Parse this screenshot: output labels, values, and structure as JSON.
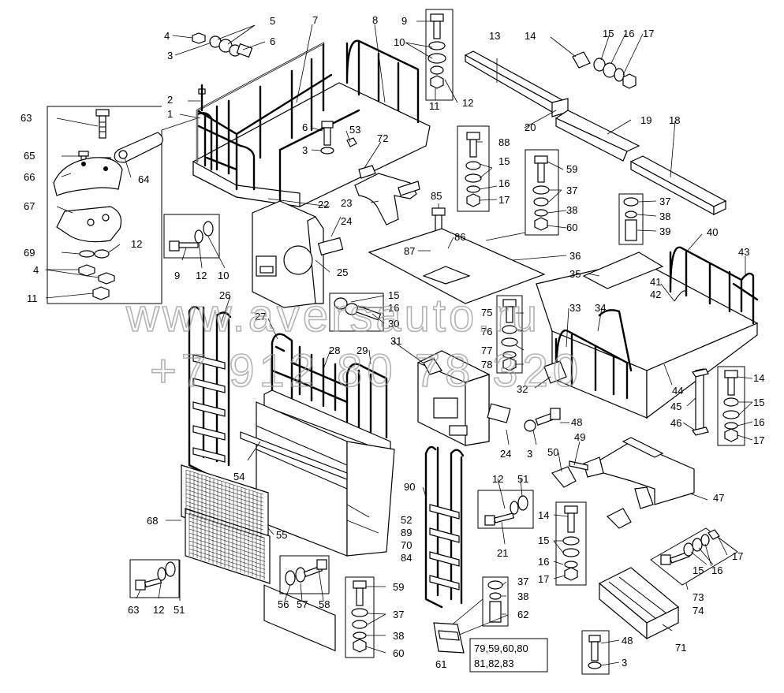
{
  "diagram": {
    "callouts": {
      "c1": "1",
      "c2": "2",
      "c3": "3",
      "c4": "4",
      "c5": "5",
      "c6": "6",
      "c7": "7",
      "c8": "8",
      "c9": "9",
      "c10": "10",
      "c11": "11",
      "c12": "12",
      "c13": "13",
      "c14": "14",
      "c15": "15",
      "c16": "16",
      "c17": "17",
      "c18": "18",
      "c19": "19",
      "c20": "20",
      "c21": "21",
      "c22": "22",
      "c23": "23",
      "c24": "24",
      "c25": "25",
      "c26": "26",
      "c27": "27",
      "c28": "28",
      "c29": "29",
      "c30": "30",
      "c31": "31",
      "c32": "32",
      "c33": "33",
      "c34": "34",
      "c35": "35",
      "c36": "36",
      "c37": "37",
      "c38": "38",
      "c39": "39",
      "c40": "40",
      "c41": "41",
      "c42": "42",
      "c43": "43",
      "c44": "44",
      "c45": "45",
      "c46": "46",
      "c47": "47",
      "c48": "48",
      "c49": "49",
      "c50": "50",
      "c51": "51",
      "c52": "52",
      "c53": "53",
      "c54": "54",
      "c55": "55",
      "c56": "56",
      "c57": "57",
      "c58": "58",
      "c59": "59",
      "c60": "60",
      "c61": "61",
      "c62": "62",
      "c63": "63",
      "c64": "64",
      "c65": "65",
      "c66": "66",
      "c67": "67",
      "c68": "68",
      "c69": "69",
      "c70": "70",
      "c71": "71",
      "c72": "72",
      "c73": "73",
      "c74": "74",
      "c75": "75",
      "c76": "76",
      "c77": "77",
      "c78": "78",
      "c79": "79",
      "c80": "80",
      "c81": "81",
      "c82": "82",
      "c83": "83",
      "c84": "84",
      "c85": "85",
      "c86": "86",
      "c87": "87",
      "c88": "88",
      "c89": "89",
      "c90": "90"
    },
    "kit_note_line1": "79,59,60,80",
    "kit_note_line2": "81,82,83"
  },
  "watermark": {
    "site": "www.aversauto.ru",
    "phone": "+7 912 80 78 320"
  }
}
